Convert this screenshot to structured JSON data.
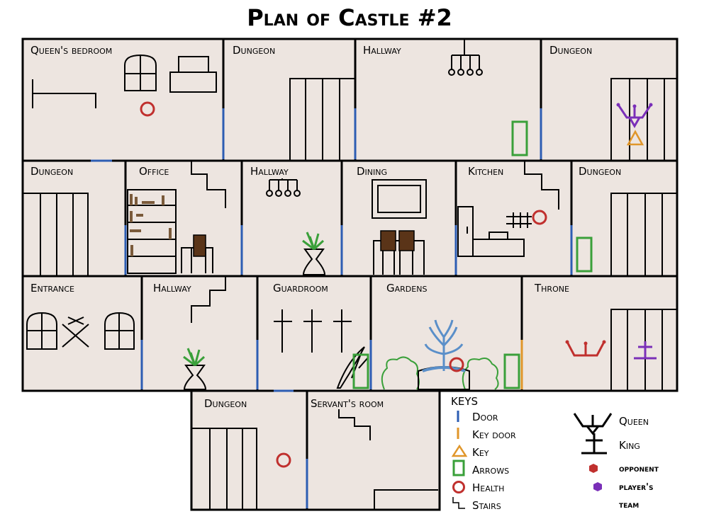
{
  "title": "Plan of Castle #2",
  "rooms": {
    "queens_bedroom": "Queen's bedroom",
    "dungeon_1": "Dungeon",
    "hallway_1": "Hallway",
    "dungeon_2": "Dungeon",
    "dungeon_3": "Dungeon",
    "office": "Office",
    "hallway_2": "Hallway",
    "dining": "Dining",
    "kitchen": "Kitchen",
    "dungeon_4": "Dungeon",
    "entrance": "Entrance",
    "hallway_3": "Hallway",
    "guardroom": "Guardroom",
    "gardens": "Gardens",
    "throne": "Throne",
    "dungeon_5": "Dungeon",
    "servants_room": "Servant's room"
  },
  "legend": {
    "title": "KEYS",
    "door": "Door",
    "key_door": "Key door",
    "key": "Key",
    "arrows": "Arrows",
    "health": "Health",
    "stairs": "Stairs",
    "queen": "Queen",
    "king": "King",
    "opponent": "opponent",
    "players_team_1": "player's",
    "players_team_2": "team"
  },
  "colors": {
    "door": "#2d5db3",
    "key_door": "#e0962a",
    "key": "#e0962a",
    "arrows": "#3aa03a",
    "health": "#c0302e",
    "opponent": "#c0302e",
    "players_team": "#7a2fb8",
    "room_fill": "#ede5e0"
  }
}
